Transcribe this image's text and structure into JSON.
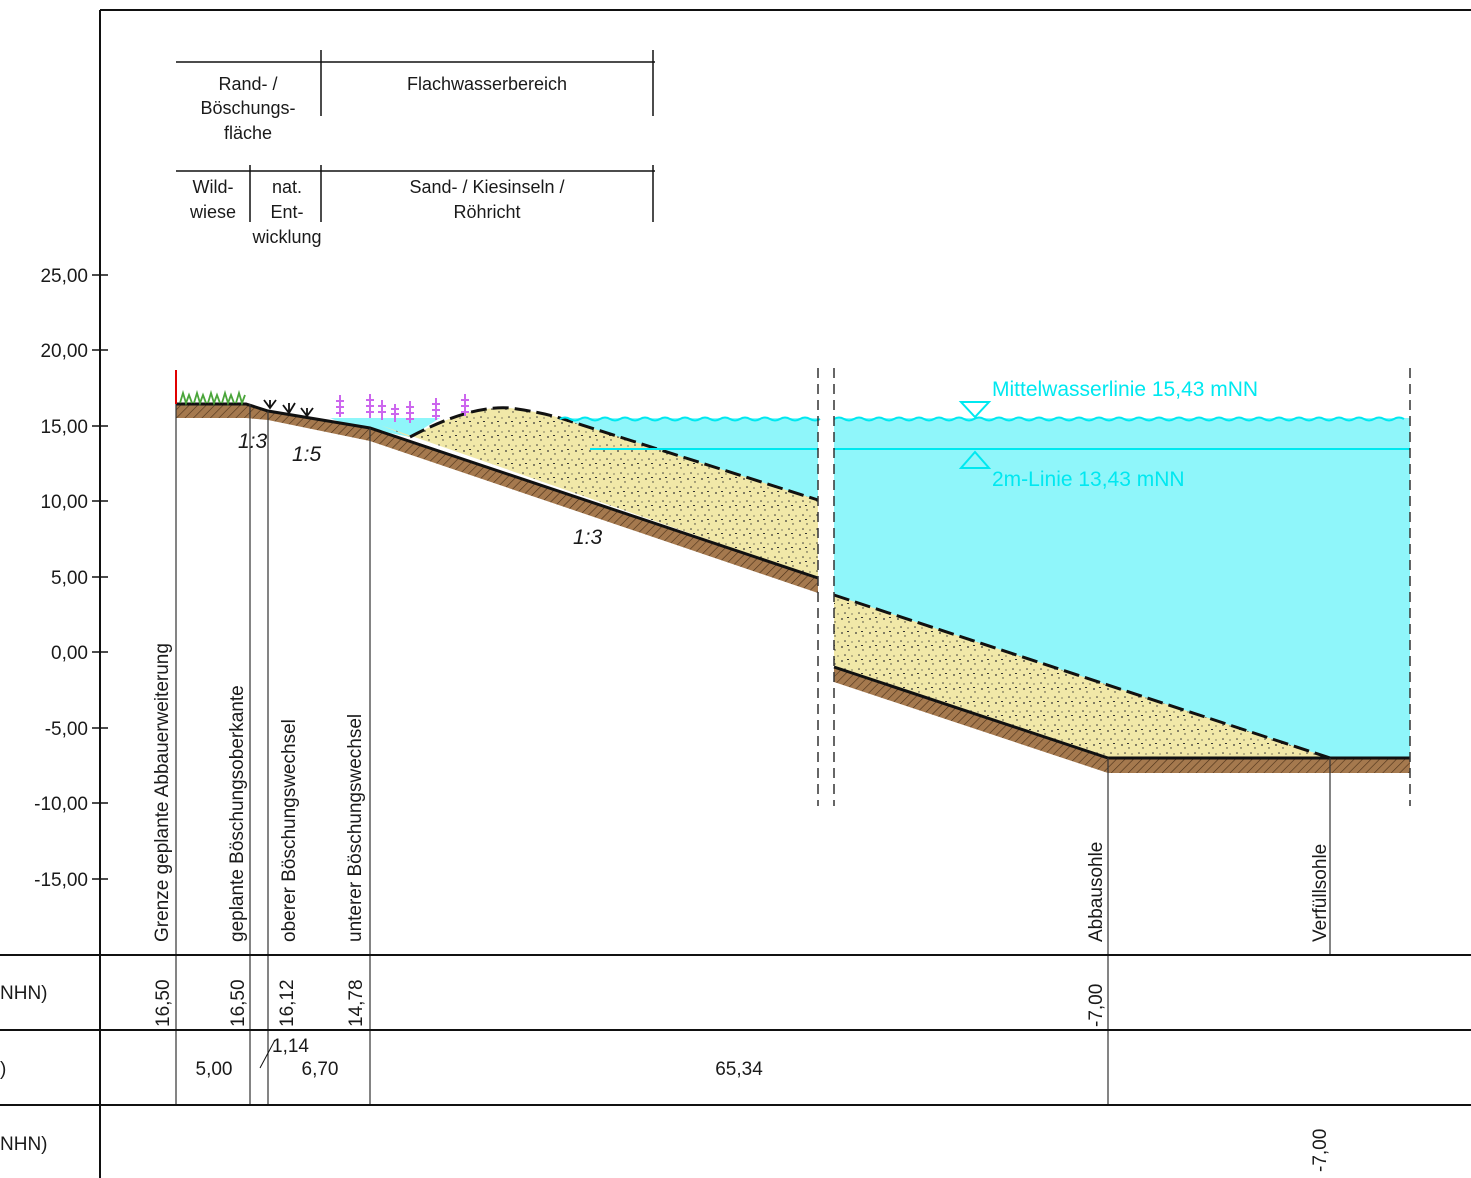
{
  "header": {
    "row1": {
      "rand": [
        "Rand- /",
        "Böschungs-",
        "fläche"
      ],
      "flach": "Flachwasserbereich"
    },
    "row2": {
      "wild": [
        "Wild-",
        "wiese"
      ],
      "nat": [
        "nat.",
        "Ent-",
        "wicklung"
      ],
      "sand": [
        "Sand- / Kiesinseln /",
        "Röhricht"
      ]
    }
  },
  "axis": {
    "ticks": [
      "25,00",
      "20,00",
      "15,00",
      "10,00",
      "5,00",
      "0,00",
      "-5,00",
      "-10,00",
      "-15,00"
    ]
  },
  "water": {
    "mittel": "Mittelwasserlinie 15,43 mNN",
    "zwei": "2m-Linie 13,43 mNN"
  },
  "slopes": [
    "1:3",
    "1:5",
    "1:3"
  ],
  "verticals": [
    "Grenze geplante Abbauerweiterung",
    "geplante Böschungsoberkante",
    "oberer Böschungswechsel",
    "unterer Böschungswechsel",
    "Abbausohle",
    "Verfüllsohle"
  ],
  "table": {
    "row1_label": "NHN)",
    "row1_values": [
      "16,50",
      "16,50",
      "16,12",
      "14,78",
      "-7,00"
    ],
    "row2_label": ")",
    "row2_values": [
      "5,00",
      "1,14",
      "6,70",
      "65,34"
    ],
    "row3_label": "NHN)",
    "row3_values": [
      "-7,00"
    ]
  },
  "colors": {
    "water": "#8ff6fa",
    "fill": "#f1e8a8",
    "soil": "#a5794e",
    "cyan_text": "#00e8f0",
    "grass": "#4aa53a",
    "reed": "#cc66ee",
    "marker": "#e00000"
  }
}
